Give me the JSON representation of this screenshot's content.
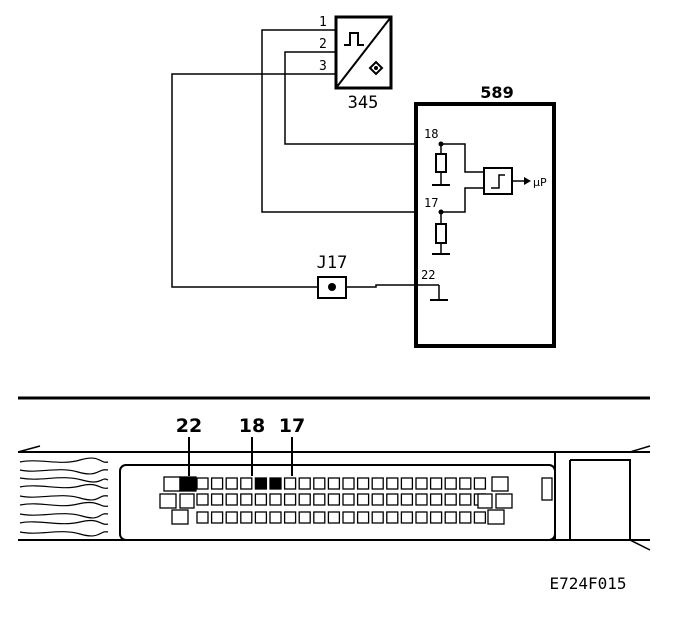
{
  "sensor": {
    "id": "345",
    "pins": [
      "1",
      "2",
      "3"
    ]
  },
  "ecu": {
    "id": "589",
    "pins": {
      "p18": "18",
      "p17": "17",
      "p22": "22"
    },
    "output": "μP"
  },
  "shield": {
    "id": "J17"
  },
  "connector": {
    "callouts": {
      "c22": "22",
      "c18": "18",
      "c17": "17"
    }
  },
  "figure_code": "E724F015"
}
